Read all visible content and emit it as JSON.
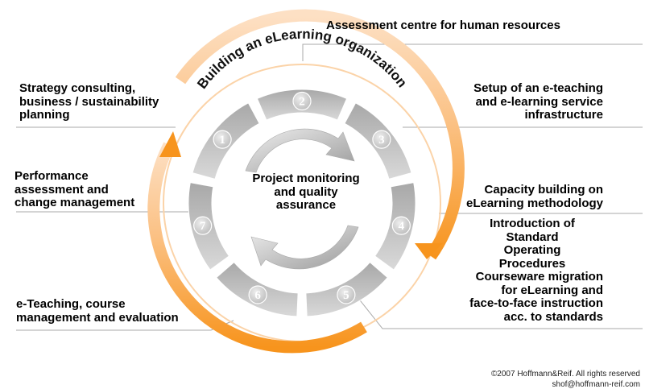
{
  "ring_title": "Building an eLearning organization",
  "center_text": "Project monitoring\nand quality\nassurance",
  "segment_numbers": [
    "1",
    "2",
    "3",
    "4",
    "5",
    "6",
    "7"
  ],
  "labels": {
    "top": "Assessment centre for human resources",
    "strategy": "Strategy consulting,\nbusiness / sustainability\nplanning",
    "setup": "Setup of an e-teaching\nand e-learning service\ninfrastructure",
    "performance": "Performance\nassessment and\nchange management",
    "capacity": "Capacity building on\neLearning methodology",
    "sop": "Introduction of\nStandard Operating\nProcedures",
    "courseware": "Courseware migration\nfor eLearning and\nface-to-face instruction\nacc. to standards",
    "eteaching": "e-Teaching, course\nmanagement and evaluation"
  },
  "copyright": "©2007 Hoffmann&Reif. All rights reserved",
  "email": "shof@hoffmann-reif.com",
  "colors": {
    "accent_orange": "#f7941d",
    "segment_gray": "#b3b3b3",
    "number_gray": "#d4d4d4",
    "line_gray": "#999999"
  }
}
